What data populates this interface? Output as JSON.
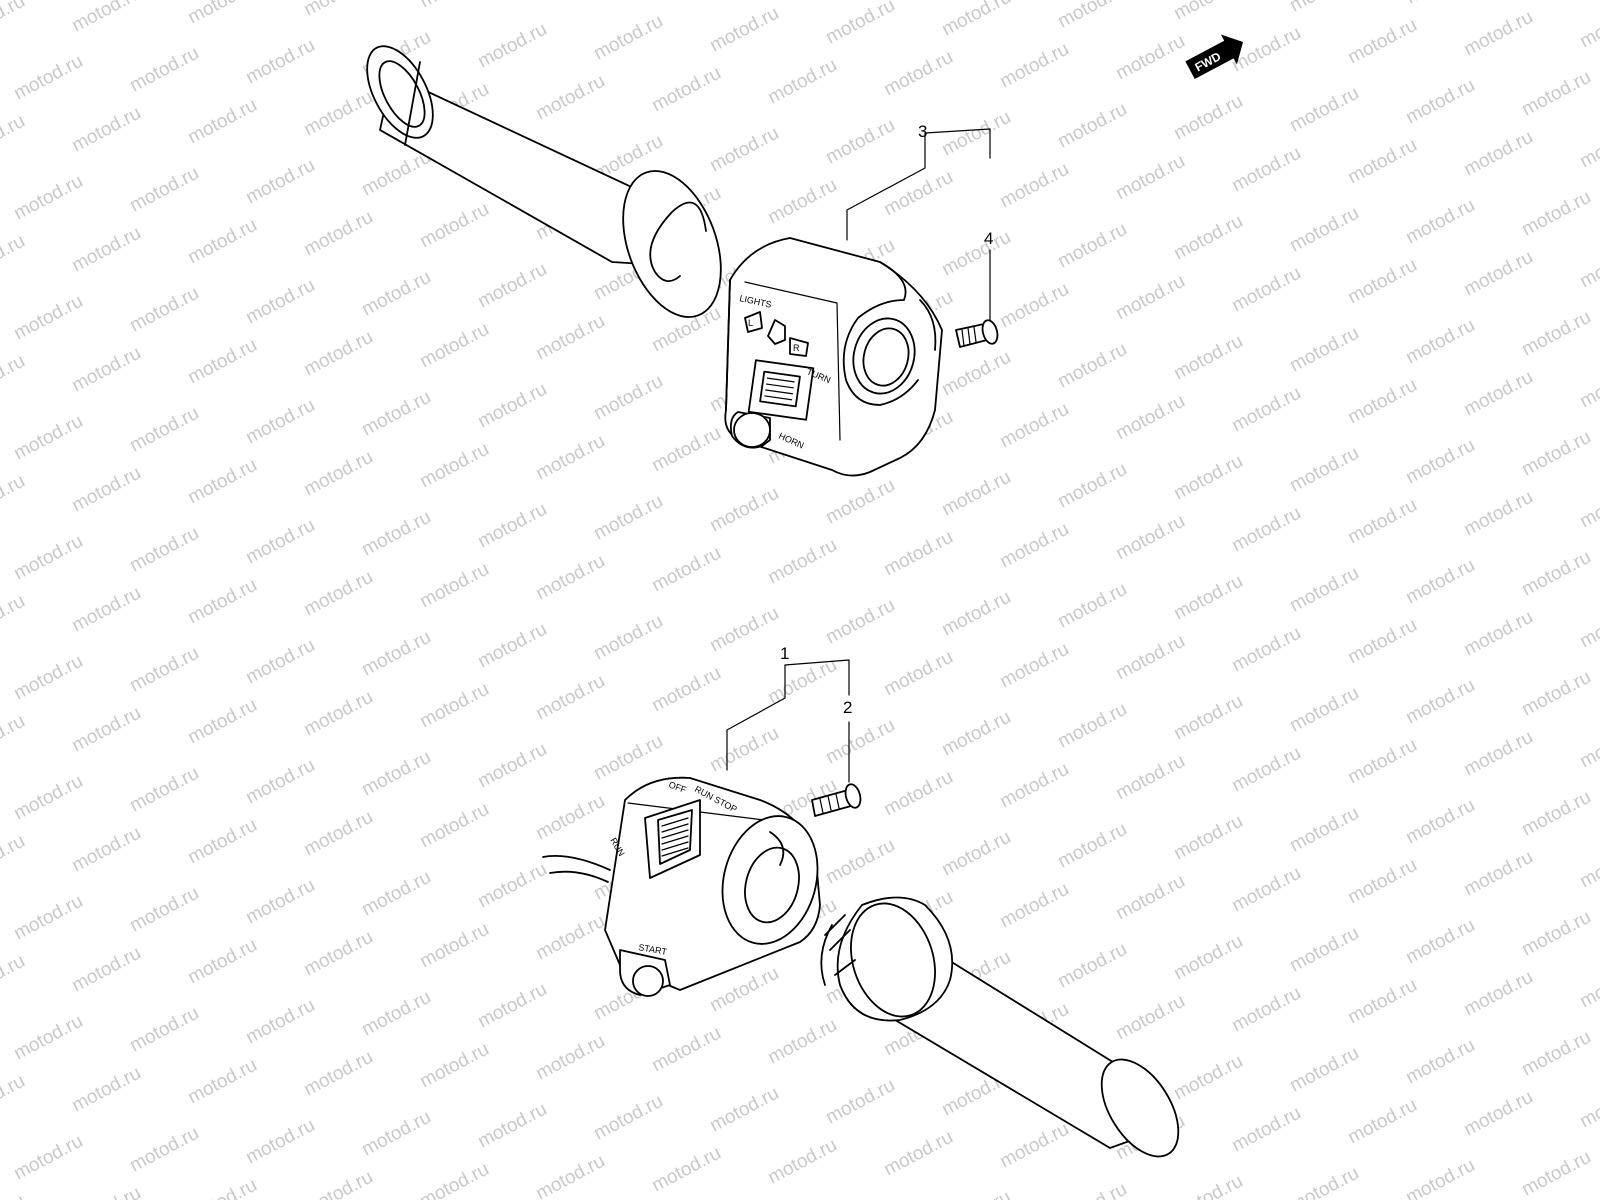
{
  "watermark": {
    "text": "motod.ru"
  },
  "fwd_badge": {
    "label": "FWD"
  },
  "callouts": {
    "c1": "1",
    "c2": "2",
    "c3": "3",
    "c4": "4"
  },
  "left_switch": {
    "lights": "LIGHTS",
    "turn": "TURN",
    "horn": "HORN",
    "l": "L",
    "r": "R"
  },
  "right_switch": {
    "off": "OFF",
    "run_stop": "RUN  STOP",
    "run": "RUN",
    "start": "START"
  },
  "colors": {
    "line": "#000000",
    "watermark": "#c9c9c9",
    "background": "#ffffff"
  }
}
